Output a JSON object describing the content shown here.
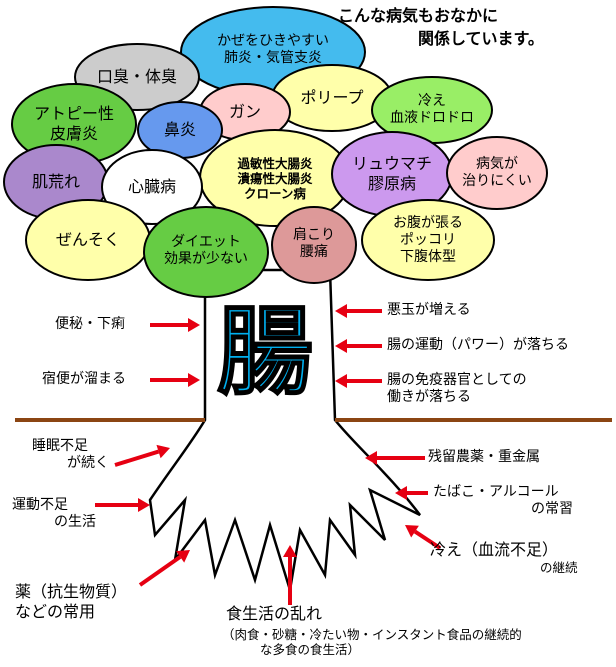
{
  "title": {
    "line1": "こんな病気もおなかに",
    "line2": "関係しています。"
  },
  "trunk_label": "腸",
  "colors": {
    "outline": "#000000",
    "trunk_text": "#00b0f0",
    "arrow": "#e60012",
    "ground": "#8b4513",
    "circle_green": "#66cc44",
    "circle_cyan": "#44bbee",
    "circle_lightgreen": "#99ee66",
    "circle_lavender": "#cc99ee",
    "circle_yellow": "#ffffaa",
    "circle_pink": "#ffcccc",
    "circle_grey": "#cccccc",
    "circle_white": "#ffffff",
    "circle_blue": "#6699ee",
    "circle_purple": "#aa88cc",
    "circle_rose": "#dd9999"
  },
  "diseases": [
    {
      "id": "cold",
      "lines": [
        "かぜをひきやすい",
        "肺炎・気管支炎"
      ],
      "color": "circle_cyan"
    },
    {
      "id": "breath",
      "lines": [
        "口臭・体臭"
      ],
      "color": "circle_grey"
    },
    {
      "id": "atopy",
      "lines": [
        "アトピー性",
        "皮膚炎"
      ],
      "color": "circle_green"
    },
    {
      "id": "nose",
      "lines": [
        "鼻炎"
      ],
      "color": "circle_blue"
    },
    {
      "id": "cancer",
      "lines": [
        "ガン"
      ],
      "color": "circle_pink"
    },
    {
      "id": "polyp",
      "lines": [
        "ポリープ"
      ],
      "color": "circle_yellow"
    },
    {
      "id": "chill",
      "lines": [
        "冷え",
        "血液ドロドロ"
      ],
      "color": "circle_lightgreen"
    },
    {
      "id": "skin",
      "lines": [
        "肌荒れ"
      ],
      "color": "circle_purple"
    },
    {
      "id": "heart",
      "lines": [
        "心臓病"
      ],
      "color": "circle_white"
    },
    {
      "id": "ibs",
      "lines": [
        "過敏性大腸炎",
        "潰瘍性大腸炎",
        "クローン病"
      ],
      "color": "circle_yellow"
    },
    {
      "id": "rheuma",
      "lines": [
        "リュウマチ",
        "膠原病"
      ],
      "color": "circle_lavender"
    },
    {
      "id": "heal",
      "lines": [
        "病気が",
        "治りにくい"
      ],
      "color": "circle_pink"
    },
    {
      "id": "asthma",
      "lines": [
        "ぜんそく"
      ],
      "color": "circle_yellow"
    },
    {
      "id": "diet",
      "lines": [
        "ダイエット",
        "効果が少ない"
      ],
      "color": "circle_green"
    },
    {
      "id": "shoulder",
      "lines": [
        "肩こり",
        "腰痛"
      ],
      "color": "circle_rose"
    },
    {
      "id": "belly",
      "lines": [
        "お腹が張る",
        "ポッコリ",
        "下腹体型"
      ],
      "color": "circle_yellow"
    }
  ],
  "trunk_effects": {
    "left": [
      {
        "id": "constipation",
        "text": "便秘・下痢"
      },
      {
        "id": "stool",
        "text": "宿便が溜まる"
      }
    ],
    "right": [
      {
        "id": "bad_bacteria",
        "text": "悪玉が増える"
      },
      {
        "id": "motility",
        "text": "腸の運動（パワー）が落ちる"
      },
      {
        "id": "immune",
        "lines": [
          "腸の免疫器官としての",
          "働きが落ちる"
        ]
      }
    ]
  },
  "root_causes": {
    "sleep": {
      "line1": "睡眠不足",
      "line2": "が続く"
    },
    "exercise": {
      "line1": "運動不足",
      "line2": "の生活"
    },
    "medicine": {
      "line1": "薬（抗生物質）",
      "line2": "などの常用"
    },
    "diet": {
      "line1": "食生活の乱れ",
      "line2": "（肉食・砂糖・冷たい物・インスタント食品の継続的",
      "line3": "な多食の食生活）"
    },
    "pesticide": {
      "line1": "残留農薬・重金属"
    },
    "tobacco": {
      "line1": "たばこ・アルコール",
      "line2": "の常習"
    },
    "cold": {
      "line1": "冷え（血流不足）",
      "line2": "の継続"
    }
  }
}
